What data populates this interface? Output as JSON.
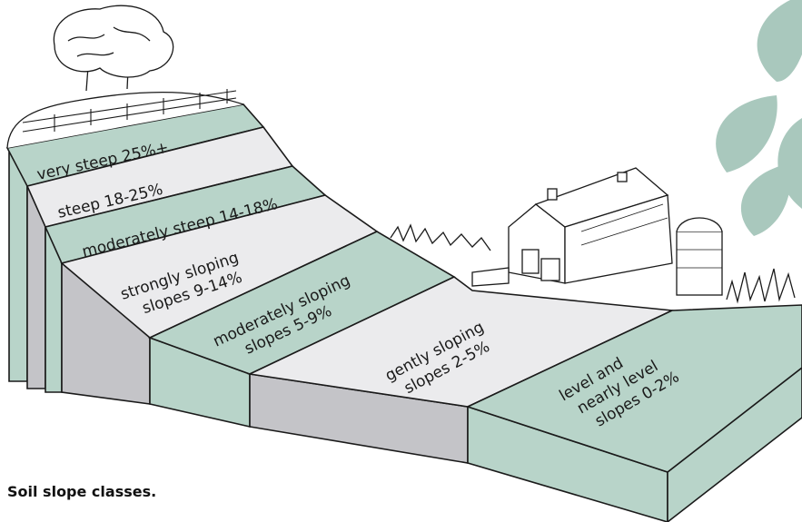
{
  "caption": "Soil slope classes.",
  "colors": {
    "green": "#b8d4c9",
    "gray": "#c4c4c8",
    "light": "#ebebed",
    "leaf": "#a9c8bd",
    "ink": "#1a1a1a"
  },
  "slope_classes": [
    {
      "lines": [
        "very steep 25%+"
      ]
    },
    {
      "lines": [
        "steep 18-25%"
      ]
    },
    {
      "lines": [
        "moderately steep 14-18%"
      ]
    },
    {
      "lines": [
        "strongly sloping",
        "slopes 9-14%"
      ]
    },
    {
      "lines": [
        "moderately sloping",
        "slopes 5-9%"
      ]
    },
    {
      "lines": [
        "gently sloping",
        "slopes 2-5%"
      ]
    },
    {
      "lines": [
        "level and",
        "nearly level",
        "slopes 0-2%"
      ]
    }
  ],
  "illustrations": [
    "trees-on-hilltop",
    "fence",
    "barn",
    "silo",
    "grass",
    "leaves"
  ]
}
